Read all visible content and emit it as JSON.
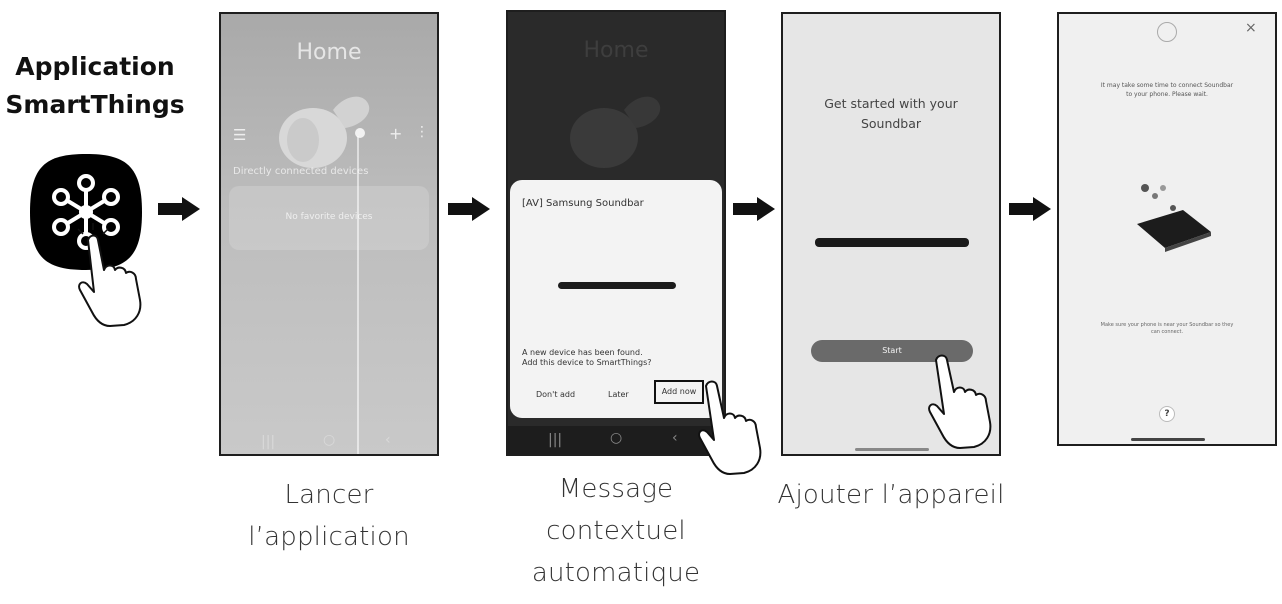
{
  "app": {
    "title_line1": "Application",
    "title_line2": "SmartThings",
    "icon": "smartthings-hub-icon",
    "gesture_icon": "tap-hand-icon"
  },
  "arrows": [
    "arrow-right-icon",
    "arrow-right-icon",
    "arrow-right-icon",
    "arrow-right-icon"
  ],
  "screen1": {
    "title": "Home",
    "menu_icon": "menu-icon",
    "add_icon": "plus-icon",
    "more_icon": "more-icon",
    "section": "Directly connected devices",
    "card_text": "No favorite devices",
    "nav": [
      "|||",
      "○",
      "‹"
    ]
  },
  "screen2": {
    "title": "Home",
    "dialog_title": "[AV] Samsung Soundbar",
    "message_line1": "A new device has been found.",
    "message_line2": "Add this device to SmartThings?",
    "buttons": [
      "Don't add",
      "Later",
      "Add now"
    ],
    "nav": [
      "|||",
      "○",
      "‹"
    ]
  },
  "screen3": {
    "title_line1": "Get started with your",
    "title_line2": "Soundbar",
    "button": "Start"
  },
  "screen4": {
    "close_icon": "close-icon",
    "message_line1": "It may take some time to connect Soundbar",
    "message_line2": "to your phone. Please wait.",
    "hint_line1": "Make sure your phone is near your Soundbar so they",
    "hint_line2": "can connect.",
    "help": "?"
  },
  "captions": {
    "step1": [
      "Lancer",
      "l’application"
    ],
    "step2": [
      "Message",
      "contextuel",
      "automatique"
    ],
    "step3": [
      "Ajouter l’appareil"
    ]
  }
}
